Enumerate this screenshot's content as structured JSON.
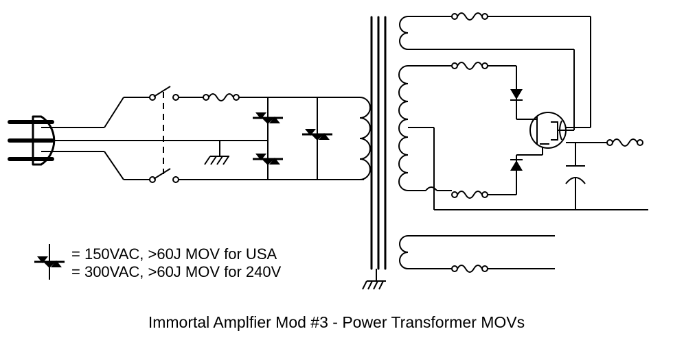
{
  "legend": {
    "line1": "= 150VAC, >60J MOV for USA",
    "line2": "= 300VAC, >60J MOV for 240V"
  },
  "caption": "Immortal Amplfier Mod #3 - Power Transformer MOVs",
  "components": {
    "plug": "ac-plug",
    "switch": "dpst-power-switch",
    "fuse": "fuse",
    "mov": "metal-oxide-varistor",
    "transformer": "power-transformer",
    "rectifier_tube": "dual-diode-rectifier-tube",
    "filter_cap": "filter-capacitor",
    "ground": "chassis-ground"
  }
}
